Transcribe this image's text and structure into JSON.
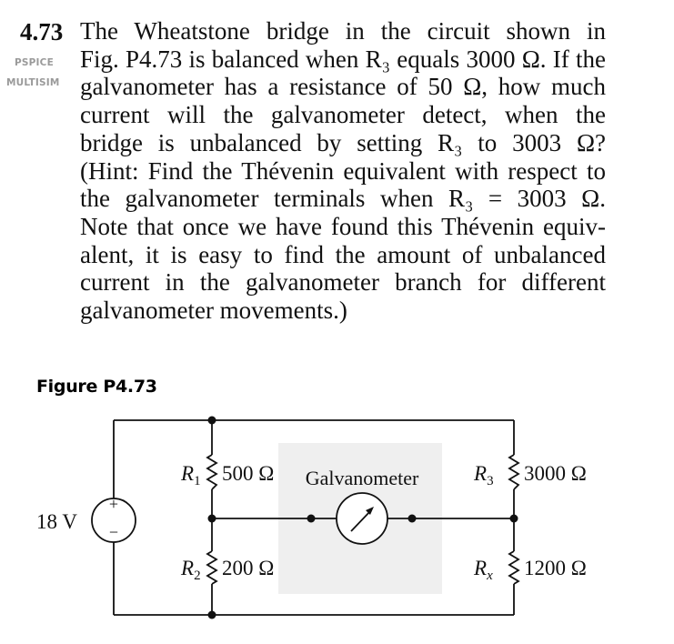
{
  "problem": {
    "number": "4.73",
    "tags": [
      "PSPICE",
      "MULTISIM"
    ],
    "lines": [
      "The Wheatstone bridge in the circuit shown in",
      "Fig. P4.73 is balanced when R₃ equals 3000 Ω. If the",
      "galvanometer has a resistance of 50 Ω, how much",
      "current will the galvanometer detect, when the",
      "bridge is unbalanced by setting R₃ to 3003 Ω?",
      "(Hint: Find the Thévenin equivalent with respect to",
      "the galvanometer terminals when R₃ = 3003 Ω.",
      "Note that once we have found this Thévenin equiv-",
      "alent, it is easy to find the amount of unbalanced",
      "current in the galvanometer branch for different",
      "galvanometer movements.)"
    ]
  },
  "figure": {
    "label": "Figure P4.73",
    "source": {
      "value": "18 V",
      "plus": "+",
      "minus": "−"
    },
    "r1": {
      "name": "R",
      "sub": "1",
      "value": "500 Ω"
    },
    "r2": {
      "name": "R",
      "sub": "2",
      "value": "200 Ω"
    },
    "r3": {
      "name": "R",
      "sub": "3",
      "value": "3000 Ω"
    },
    "rx": {
      "name": "R",
      "sub": "x",
      "value": "1200 Ω"
    },
    "galvanometer_label": "Galvanometer",
    "box_color": "#efefef",
    "wire_color": "#111111"
  }
}
